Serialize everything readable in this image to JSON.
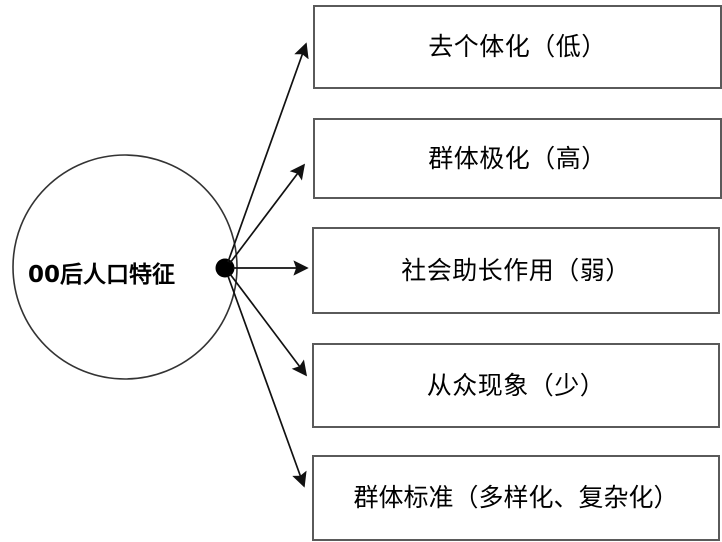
{
  "diagram": {
    "type": "radial-relationship-diagram",
    "hub": {
      "label": "00后人口特征",
      "shape": "circle",
      "fill": "#ffffff",
      "stroke": "#333333"
    },
    "edge_style": {
      "stroke": "#1a1a1a",
      "arrowhead": "filled-triangle"
    },
    "nodes": [
      {
        "id": "box-1",
        "label": "去个体化（低）"
      },
      {
        "id": "box-2",
        "label": "群体极化（高）"
      },
      {
        "id": "box-3",
        "label": "社会助长作用（弱）"
      },
      {
        "id": "box-4",
        "label": "从众现象（少）"
      },
      {
        "id": "box-5",
        "label": "群体标准（多样化、复杂化）"
      }
    ]
  }
}
